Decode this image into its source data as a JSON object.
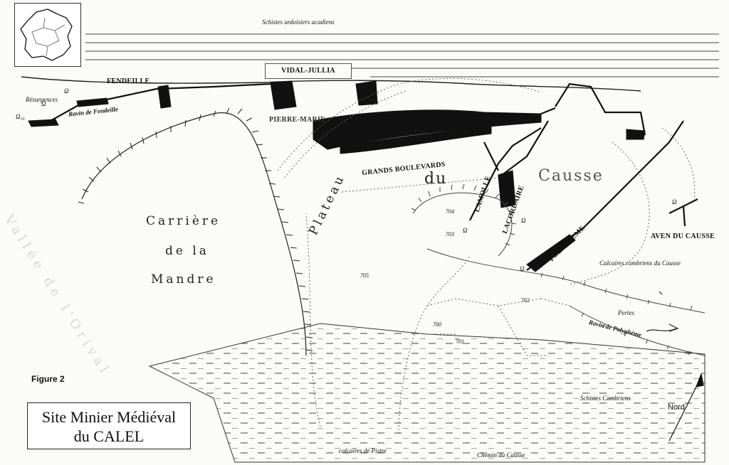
{
  "title_box": {
    "line1": "Site Minier Médiéval",
    "line2": "du CALEL"
  },
  "figure_label": "Figure 2",
  "north_label": "Nord",
  "labels": {
    "schistes_acadiens": "Schistes ardoisiers acadiens",
    "vidal_jullia": "VIDAL-JULLIA",
    "fendeille": "FENDEILLE",
    "resurgences": "Résurgences",
    "ravin_fendeille": "Ravin de Fendeille",
    "pierre_marie": "PIERRE-MARIE",
    "grands_boulevards": "GRANDS BOULEVARDS",
    "lamolle": "LAMOLLE",
    "lacordaire": "LACORDAIRE",
    "polypheme": "POLYPHEME",
    "aven_causse": "AVEN DU CAUSSE",
    "calcaires_causse": "Calcaires cambriens du Causse",
    "pertes": "Pertes",
    "ravin_polypheme": "Ravin de Polyphème",
    "schistes_cambriens": "Schistes Cambriens",
    "calcaires_pistre": "calcaires de Pistre",
    "chemin_causse": "Chemin du Causse",
    "carriere_1": "Carrière",
    "carriere_2": "de la",
    "carriere_3": "Mandre",
    "plateau": "Plateau",
    "du_word": "du",
    "causse_word": "Causse",
    "vallee": "Vallée de l'Orival"
  },
  "elevations": [
    "704",
    "703",
    "705",
    "700",
    "701",
    "702"
  ],
  "spring_marks": [
    "Ω",
    "Ω",
    "Ω₁₀",
    "Ω",
    "Ω",
    "Ω",
    "Ω"
  ],
  "colors": {
    "ink": "#111111",
    "paper": "#fbfbf9",
    "faint": "#d6d6d6"
  }
}
